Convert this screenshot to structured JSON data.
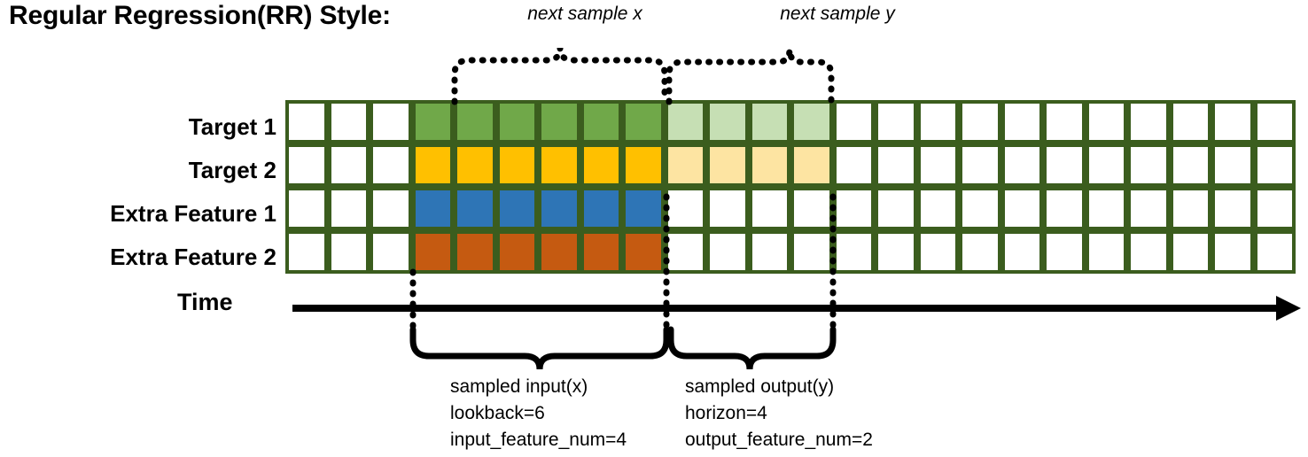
{
  "title": "Regular Regression(RR) Style:",
  "rows": [
    {
      "label": "Target 1",
      "fill_input": "#70a849",
      "fill_output": "#c6dfb4"
    },
    {
      "label": "Target 2",
      "fill_input": "#ffc000",
      "fill_output": "#fde4a2"
    },
    {
      "label": "Extra Feature 1",
      "fill_input": "#2e75b6",
      "fill_output": "#ffffff"
    },
    {
      "label": "Extra Feature 2",
      "fill_input": "#c55a11",
      "fill_output": "#ffffff"
    }
  ],
  "grid": {
    "total_columns": 24,
    "leading_blank_columns": 3,
    "input_columns": 6,
    "output_columns": 4,
    "trailing_blank_columns": 11,
    "border_color": "#3b5d1e",
    "blank_fill": "#ffffff"
  },
  "axis": {
    "label": "Time",
    "arrow_color": "#000000"
  },
  "top_braces": [
    {
      "label": "next sample x"
    },
    {
      "label": "next sample y"
    }
  ],
  "bottom_braces": [
    {
      "lines": [
        "sampled input(x)",
        "lookback=6",
        "input_feature_num=4"
      ]
    },
    {
      "lines": [
        "sampled output(y)",
        "horizon=4",
        "output_feature_num=2"
      ]
    }
  ]
}
